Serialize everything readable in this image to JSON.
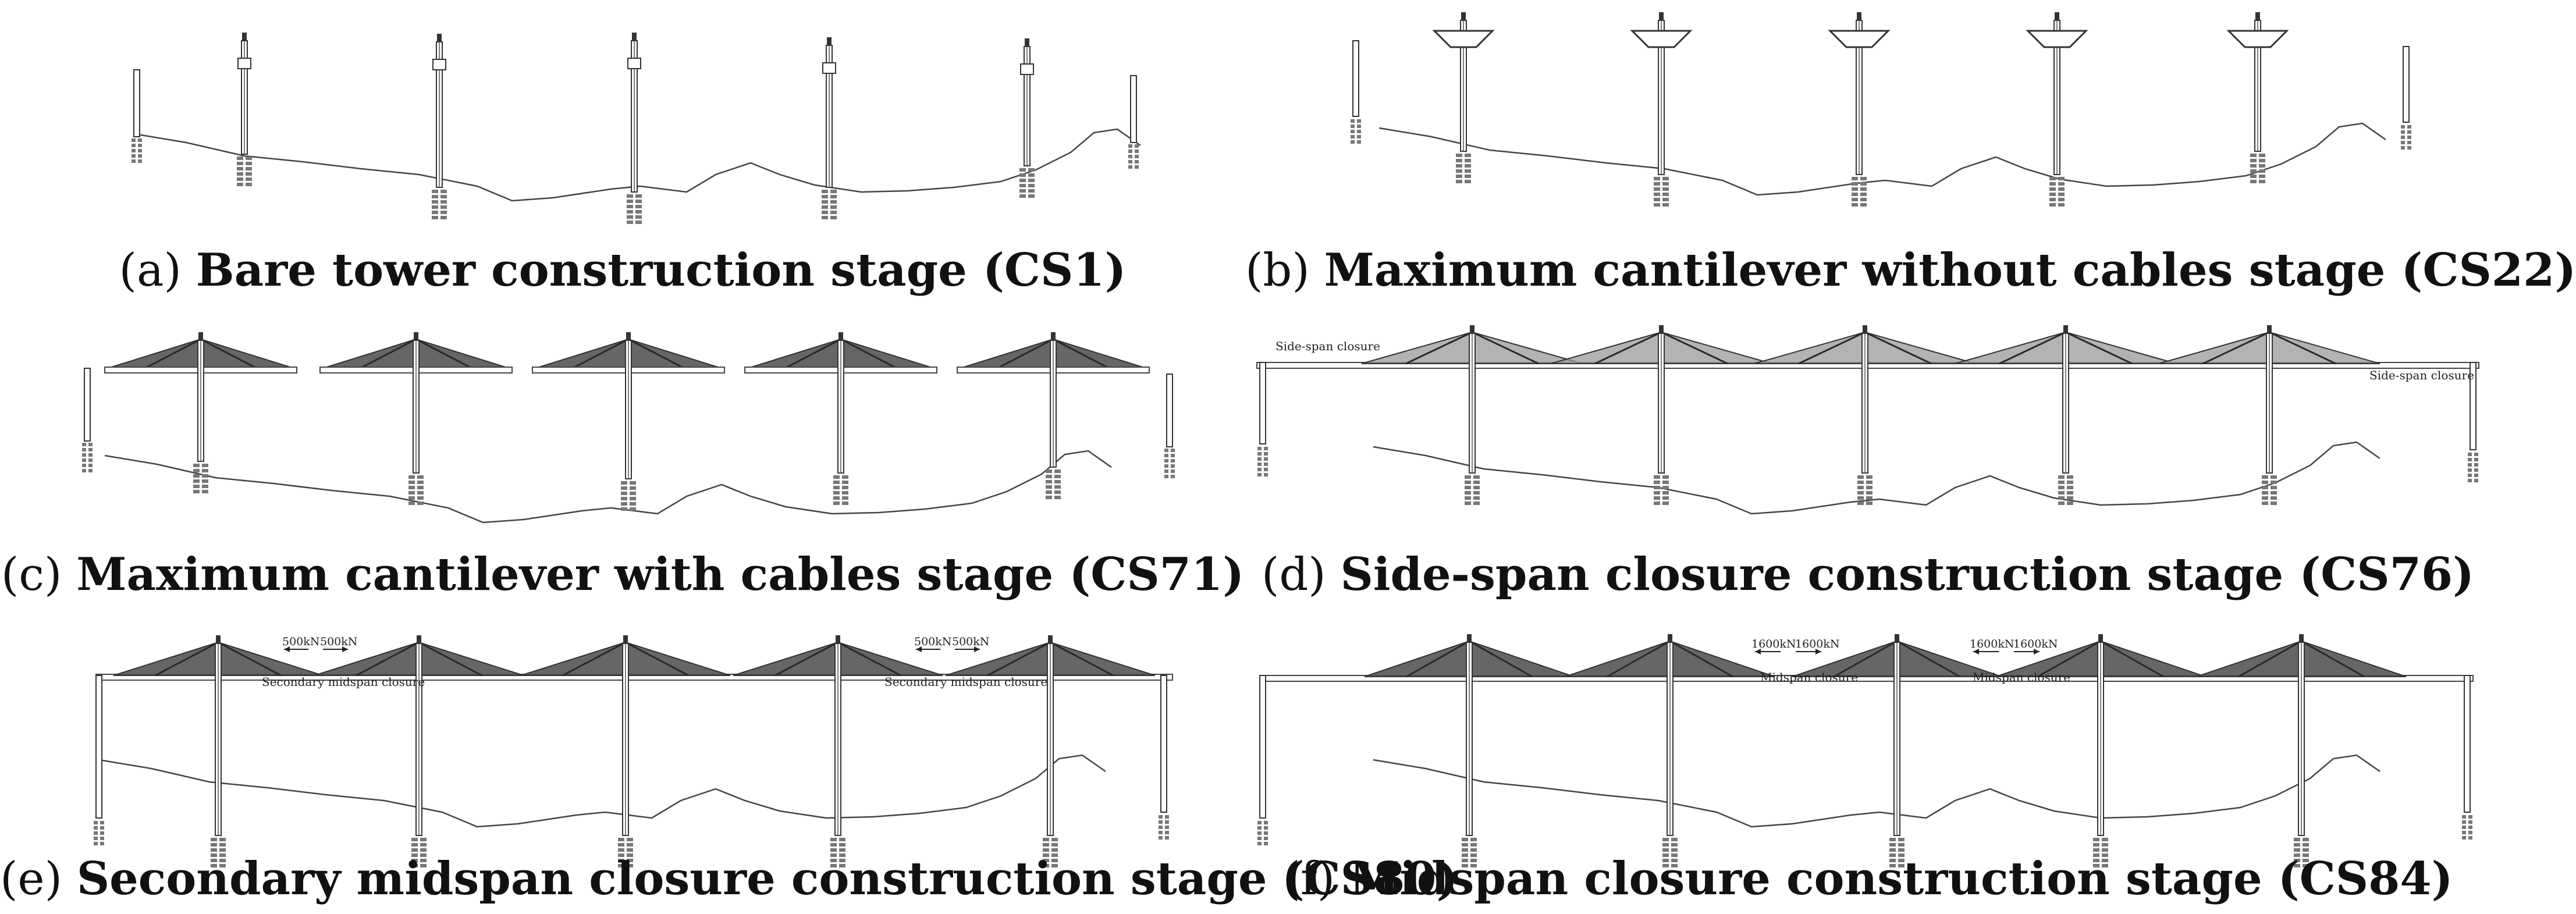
{
  "panels": [
    {
      "letter": "(a)",
      "title": "Bare tower construction stage (CS1)"
    },
    {
      "letter": "(b)",
      "title": "Maximum cantilever without cables stage (CS22)"
    },
    {
      "letter": "(c)",
      "title": "Maximum cantilever with cables stage (CS71)"
    },
    {
      "letter": "(d)",
      "title": "Side-span closure construction stage (CS76)",
      "annotations": [
        "Side-span closure",
        "Side-span closure"
      ]
    },
    {
      "letter": "(e)",
      "title": "Secondary midspan closure construction stage (CS80)",
      "annotations": [
        "Secondary midspan closure",
        "Secondary midspan closure"
      ],
      "forces": [
        "500kN",
        "500kN",
        "500kN",
        "500kN"
      ]
    },
    {
      "letter": "(f)",
      "title": "Midspan closure construction stage (CS84)",
      "annotations": [
        "Midspan closure",
        "Midspan closure"
      ],
      "forces": [
        "1600kN",
        "1600kN",
        "1600kN",
        "1600kN"
      ]
    }
  ]
}
